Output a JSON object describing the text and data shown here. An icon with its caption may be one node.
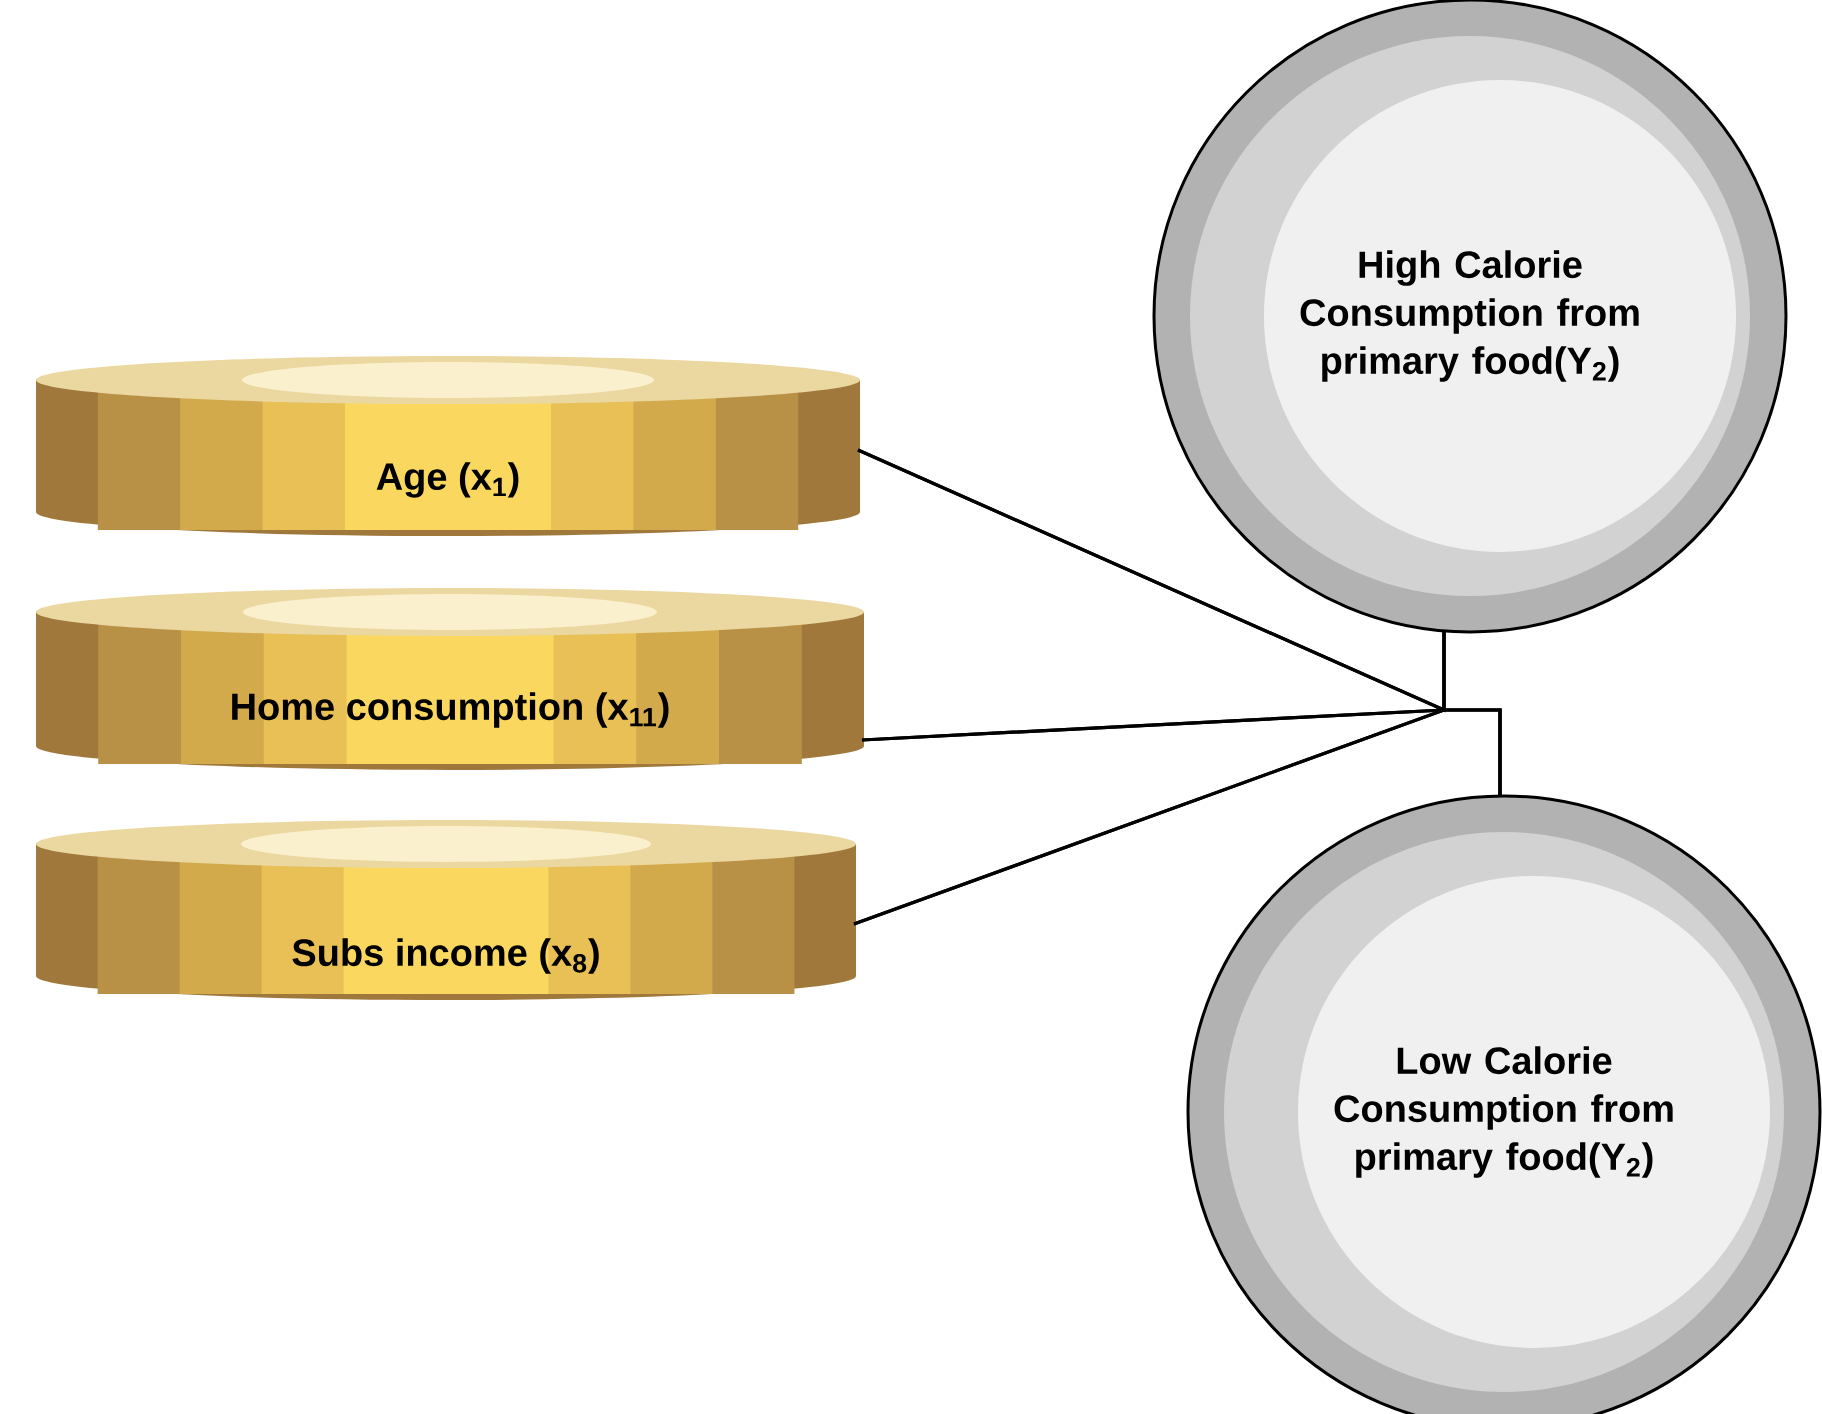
{
  "diagram": {
    "nodes": [
      {
        "text": [
          "Age (x$_{1}$)"
        ]
      },
      {
        "text": [
          "Home consumption (x$_{11}$)"
        ]
      },
      {
        "text": [
          "Subs income (x$_{8}$)"
        ]
      },
      {
        "text": [
          "High Calorie Consumption from primary food(Y$_{2}$)"
        ]
      },
      {
        "text": [
          "Low Calorie Consumption from primary food(Y$_{2}$)"
        ]
      }
    ],
    "edges": [
      {
        "from": 0,
        "to": 3,
        "arrow": "none"
      },
      {
        "from": 1,
        "to": 3,
        "arrow": "none"
      },
      {
        "from": 2,
        "to": 3,
        "arrow": "none"
      },
      {
        "from": 0,
        "to": 4,
        "arrow": "none"
      },
      {
        "from": 1,
        "to": 4,
        "arrow": "none"
      },
      {
        "from": 2,
        "to": 4,
        "arrow": "none"
      }
    ]
  }
}
